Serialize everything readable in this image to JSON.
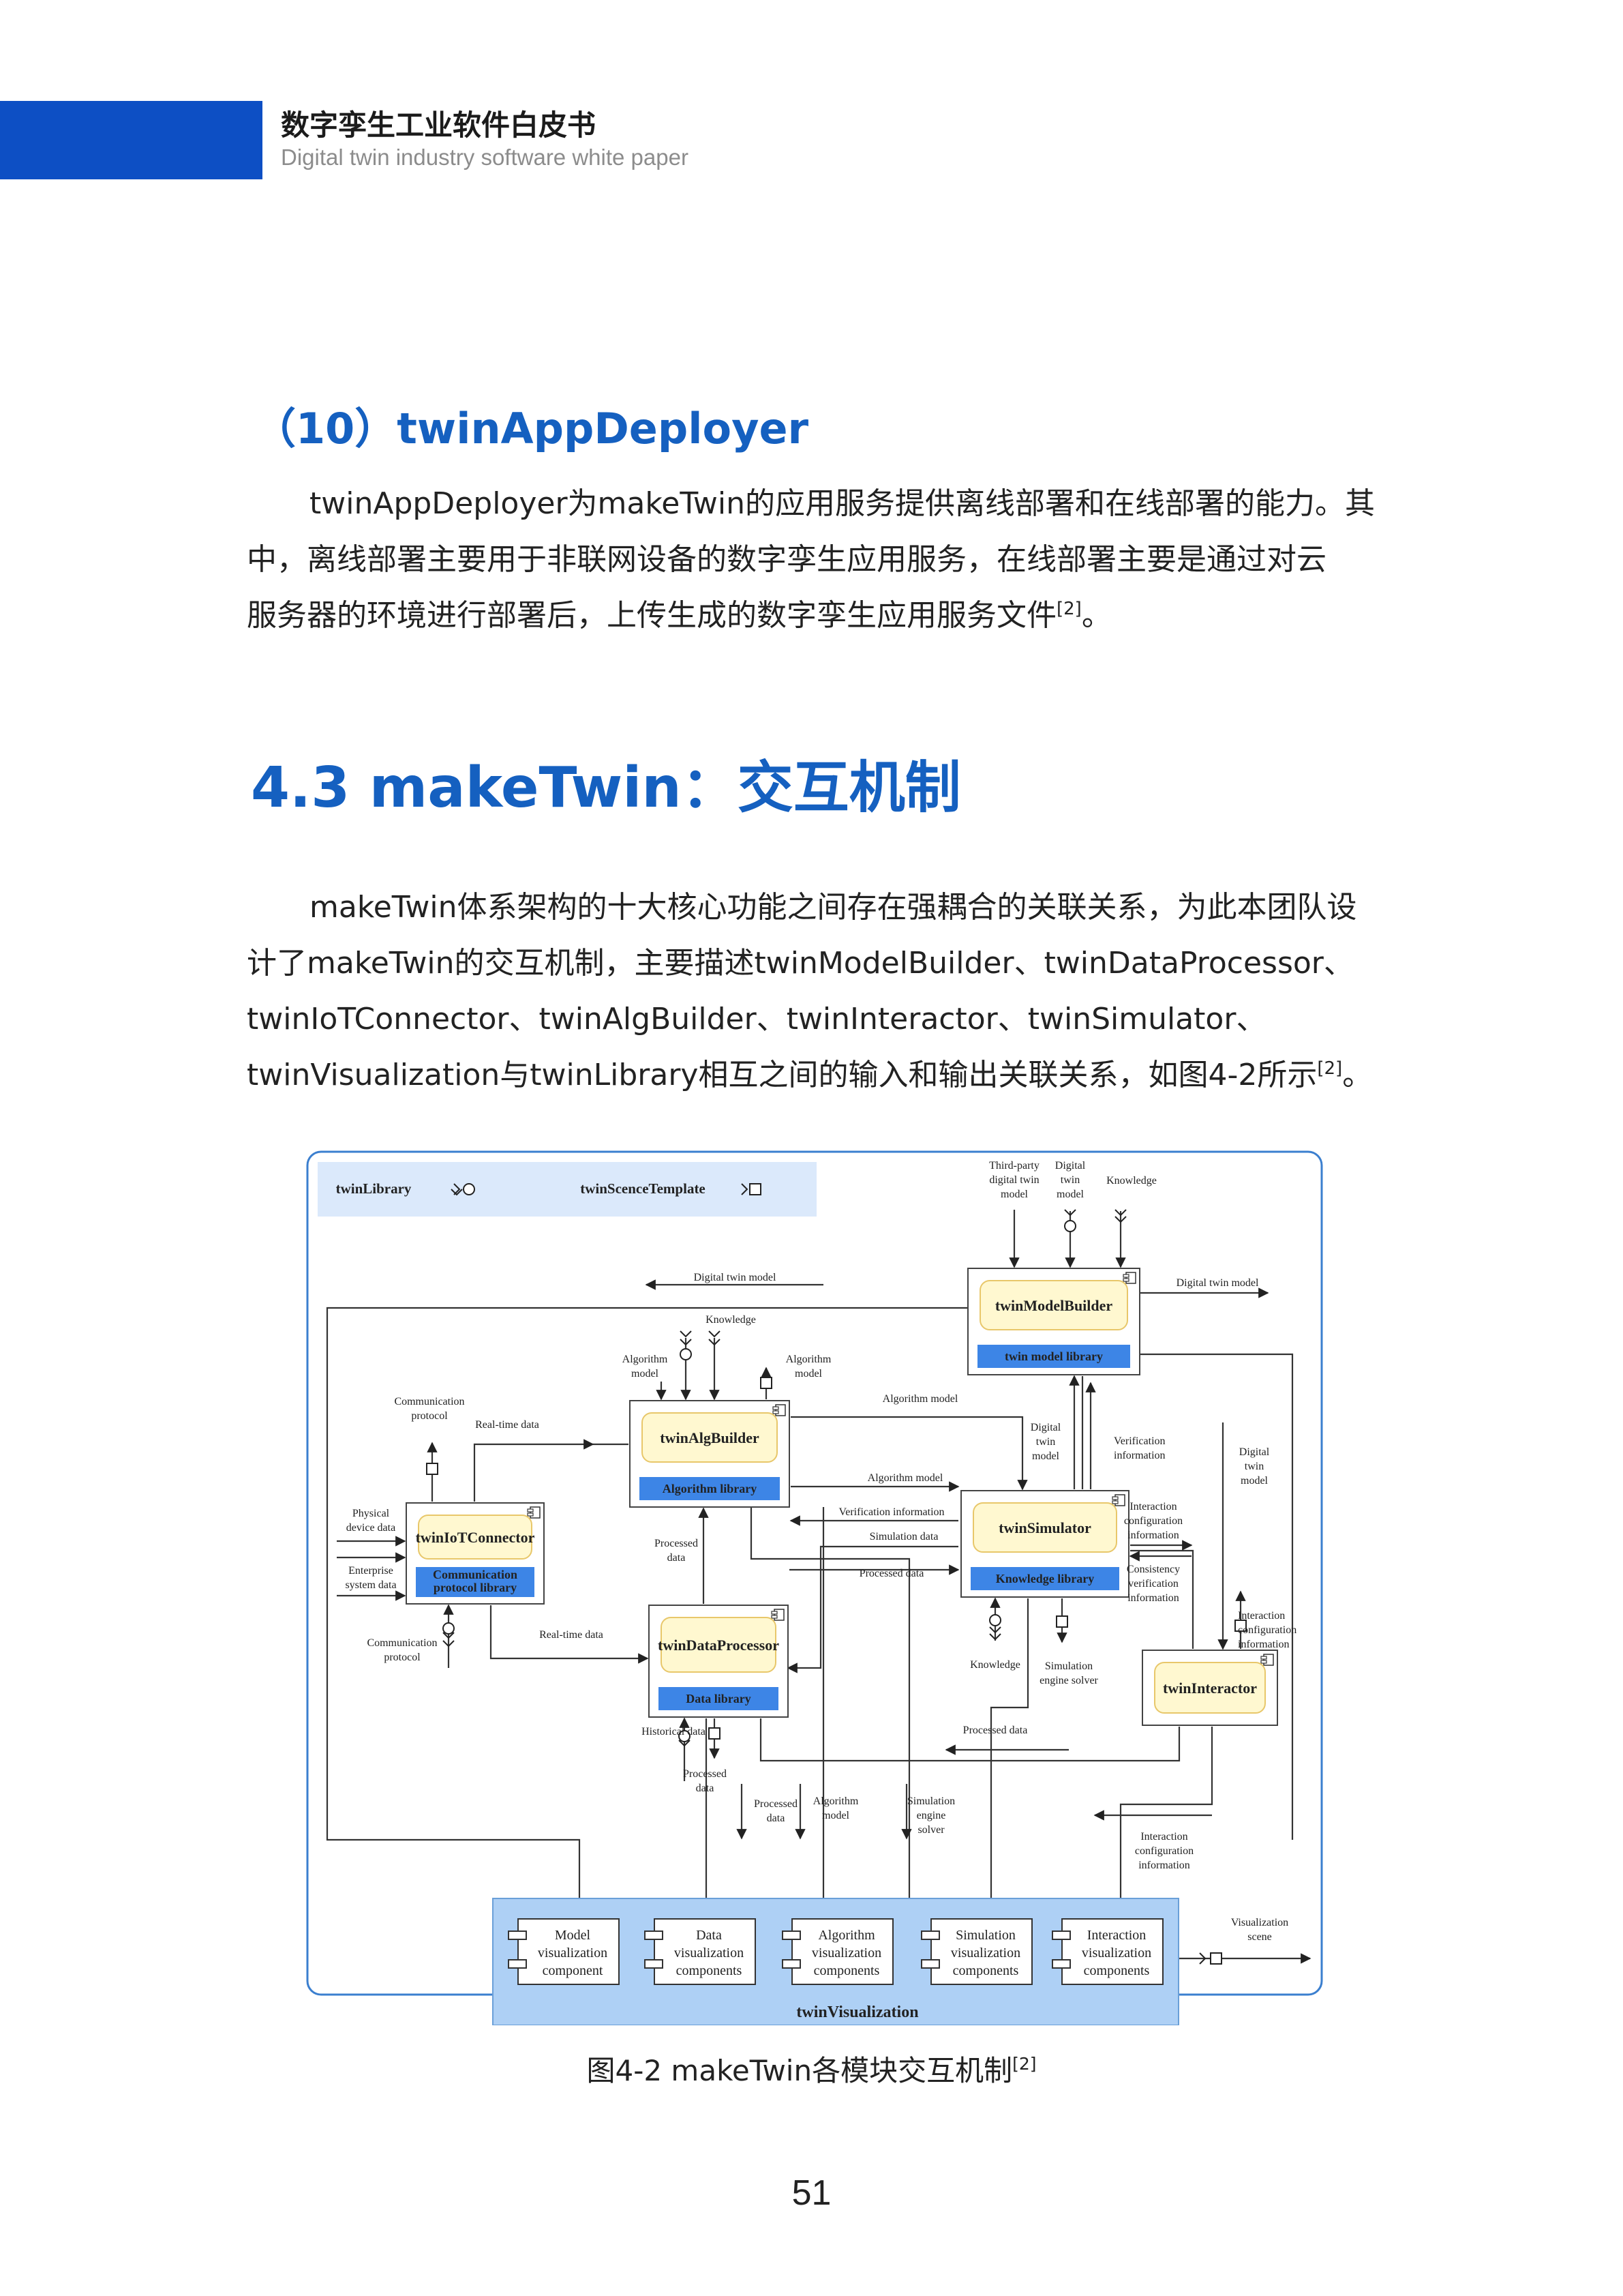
{
  "header": {
    "title": "数字孪生工业软件白皮书",
    "subtitle": "Digital twin industry software white paper"
  },
  "section10": {
    "heading": "（10）twinAppDeployer",
    "lines": [
      "twinAppDeployer为makeTwin的应用服务提供离线部署和在线部署的能力。其",
      "中，离线部署主要用于非联网设备的数字孪生应用服务，在线部署主要是通过对云",
      "服务器的环境进行部署后，上传生成的数字孪生应用服务文件"
    ],
    "ref": "[2]",
    "end": "。"
  },
  "section43": {
    "heading": "4.3  makeTwin：交互机制",
    "lines": [
      "makeTwin体系架构的十大核心功能之间存在强耦合的关联关系，为此本团队设",
      "计了makeTwin的交互机制，主要描述twinModelBuilder、twinDataProcessor、",
      "twinIoTConnector、twinAlgBuilder、twinInteractor、twinSimulator、",
      "twinVisualization与twinLibrary相互之间的输入和输出关联关系，如图4-2所示"
    ],
    "ref": "[2]",
    "end": "。"
  },
  "diagram": {
    "legend": {
      "library": "twinLibrary",
      "template": "twinScenceTemplate"
    },
    "modules": {
      "modelBuilder": {
        "name": "twinModelBuilder",
        "lib": "twin model library"
      },
      "algBuilder": {
        "name": "twinAlgBuilder",
        "lib": "Algorithm library"
      },
      "iot": {
        "name": "twinIoTConnector",
        "lib": [
          "Communication",
          "protocol library"
        ]
      },
      "simulator": {
        "name": "twinSimulator",
        "lib": "Knowledge library"
      },
      "dataProcessor": {
        "name": "twinDataProcessor",
        "lib": "Data library"
      },
      "interactor": {
        "name": "twinInteractor"
      },
      "visualization": {
        "name": "twinVisualization",
        "components": [
          [
            "Model",
            "visualization",
            "component"
          ],
          [
            "Data",
            "visualization",
            "components"
          ],
          [
            "Algorithm",
            "visualization",
            "components"
          ],
          [
            "Simulation",
            "visualization",
            "components"
          ],
          [
            "Interaction",
            "visualization",
            "components"
          ]
        ]
      }
    },
    "labels": {
      "thirdParty": [
        "Third-party",
        "digital twin",
        "model"
      ],
      "digitalTwinModelTop": [
        "Digital",
        "twin",
        "model"
      ],
      "knowledgeTop": "Knowledge",
      "digitalTwinModelOut": "Digital twin model",
      "digitalTwinModelLeft": "Digital twin model",
      "knowledgeAlg": "Knowledge",
      "algModelLeft": [
        "Algorithm",
        "model"
      ],
      "algModelRight": [
        "Algorithm",
        "model"
      ],
      "commProtocolTop": [
        "Communication",
        "protocol"
      ],
      "realTime1": "Real-time data",
      "algModelMid": "Algorithm model",
      "digitalTwinModelMid": [
        "Digital",
        "twin",
        "model"
      ],
      "verificationInfo1": [
        "Verification",
        "information"
      ],
      "digitalTwinModelRight": [
        "Digital",
        "twin",
        "model"
      ],
      "physicalDevice": [
        "Physical",
        "device data"
      ],
      "enterpriseSystem": [
        "Enterprise",
        "system data"
      ],
      "algModel2": "Algorithm model",
      "verificationInfo2": "Verification information",
      "simulationData": "Simulation data",
      "processedData1": "Processed data",
      "interactionConfig1": [
        "Interaction",
        "configuration",
        "information"
      ],
      "consistency": [
        "Consistency",
        "verification",
        "information"
      ],
      "processedDataLeft": [
        "Processed",
        "data"
      ],
      "commProtocolBottom": [
        "Communication",
        "protocol"
      ],
      "realTime2": "Real-time data",
      "interactionConfig2": [
        "Interaction",
        "configuration",
        "information"
      ],
      "knowledgeSim": "Knowledge",
      "simEngine1": [
        "Simulation",
        "engine solver"
      ],
      "historical": "Historical data",
      "processedData2": "Processed data",
      "processedDataBelow": [
        "Processed",
        "data"
      ],
      "processedDataVis": [
        "Processed",
        "data"
      ],
      "algModelVis": [
        "Algorithm",
        "model"
      ],
      "simEngine2": [
        "Simulation",
        "engine",
        "solver"
      ],
      "interactionConfig3": [
        "Interaction",
        "configuration",
        "information"
      ],
      "visScene": [
        "Visualization",
        "scene"
      ]
    }
  },
  "caption": {
    "text": "图4-2 makeTwin各模块交互机制",
    "ref": "[2]"
  },
  "page_number": "51",
  "colors": {
    "brand_blue": "#0d4fc4",
    "heading_blue": "#1560c0",
    "lib_blue": "#3d85e6",
    "vis_bg": "#aed0f5",
    "module_yellow": "#fff8d0"
  }
}
